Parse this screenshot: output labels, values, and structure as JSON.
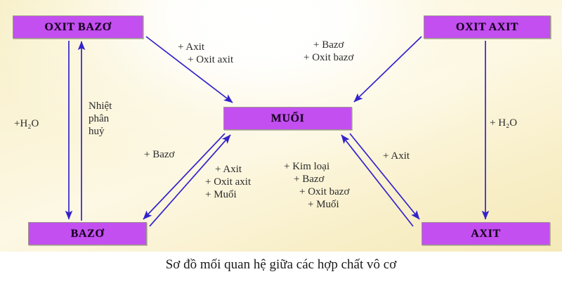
{
  "diagram": {
    "caption": "Sơ đồ mối quan hệ giữa các hợp chất vô cơ",
    "colors": {
      "node_fill": "#c34ff0",
      "node_border": "#9a9a85",
      "arrow": "#3322cc",
      "panel_background": "#faf3d6",
      "text": "#1b1b1b"
    },
    "nodes": [
      {
        "id": "oxit-bazo",
        "label": "OXIT BAZƠ"
      },
      {
        "id": "oxit-axit",
        "label": "OXIT AXIT"
      },
      {
        "id": "muoi",
        "label": "MUỐI"
      },
      {
        "id": "bazo",
        "label": "BAZƠ"
      },
      {
        "id": "axit",
        "label": "AXIT"
      }
    ],
    "labels": {
      "h2o_left": "+H₂O",
      "nhiet_phan_huy": {
        "line1": "Nhiệt",
        "line2": "phân",
        "line3": "huỷ"
      },
      "oxitbazo_to_muoi": {
        "line1": "+ Axit",
        "line2": "+ Oxit axit"
      },
      "oxitaxit_to_muoi": {
        "line1": "+ Bazơ",
        "line2": "+ Oxit bazơ"
      },
      "h2o_right": "+ H₂O",
      "bazo_from_muoi": "+ Bazơ",
      "bazo_to_muoi": {
        "line1": "+ Axit",
        "line2": "+ Oxit axit",
        "line3": "+ Muối"
      },
      "muoi_to_axit": {
        "line1": "+ Kim loại",
        "line2": "+ Bazơ",
        "line3": "+ Oxit bazơ",
        "line4": "+ Muối"
      },
      "axit_to_muoi": "+ Axit"
    },
    "edges": [
      {
        "from": "oxit-bazo",
        "to": "muoi",
        "label": "+ Axit / + Oxit axit"
      },
      {
        "from": "oxit-axit",
        "to": "muoi",
        "label": "+ Bazơ / + Oxit bazơ"
      },
      {
        "from": "oxit-bazo",
        "to": "bazo",
        "label": "+H₂O"
      },
      {
        "from": "bazo",
        "to": "oxit-bazo",
        "label": "Nhiệt phân huỷ"
      },
      {
        "from": "oxit-axit",
        "to": "axit",
        "label": "+ H₂O"
      },
      {
        "from": "muoi",
        "to": "bazo",
        "label": "+ Bazơ"
      },
      {
        "from": "bazo",
        "to": "muoi",
        "label": "+ Axit / + Oxit axit / + Muối"
      },
      {
        "from": "muoi",
        "to": "axit",
        "label": "+ Kim loại / + Bazơ / + Oxit bazơ / + Muối"
      },
      {
        "from": "axit",
        "to": "muoi",
        "label": "+ Axit"
      }
    ]
  }
}
